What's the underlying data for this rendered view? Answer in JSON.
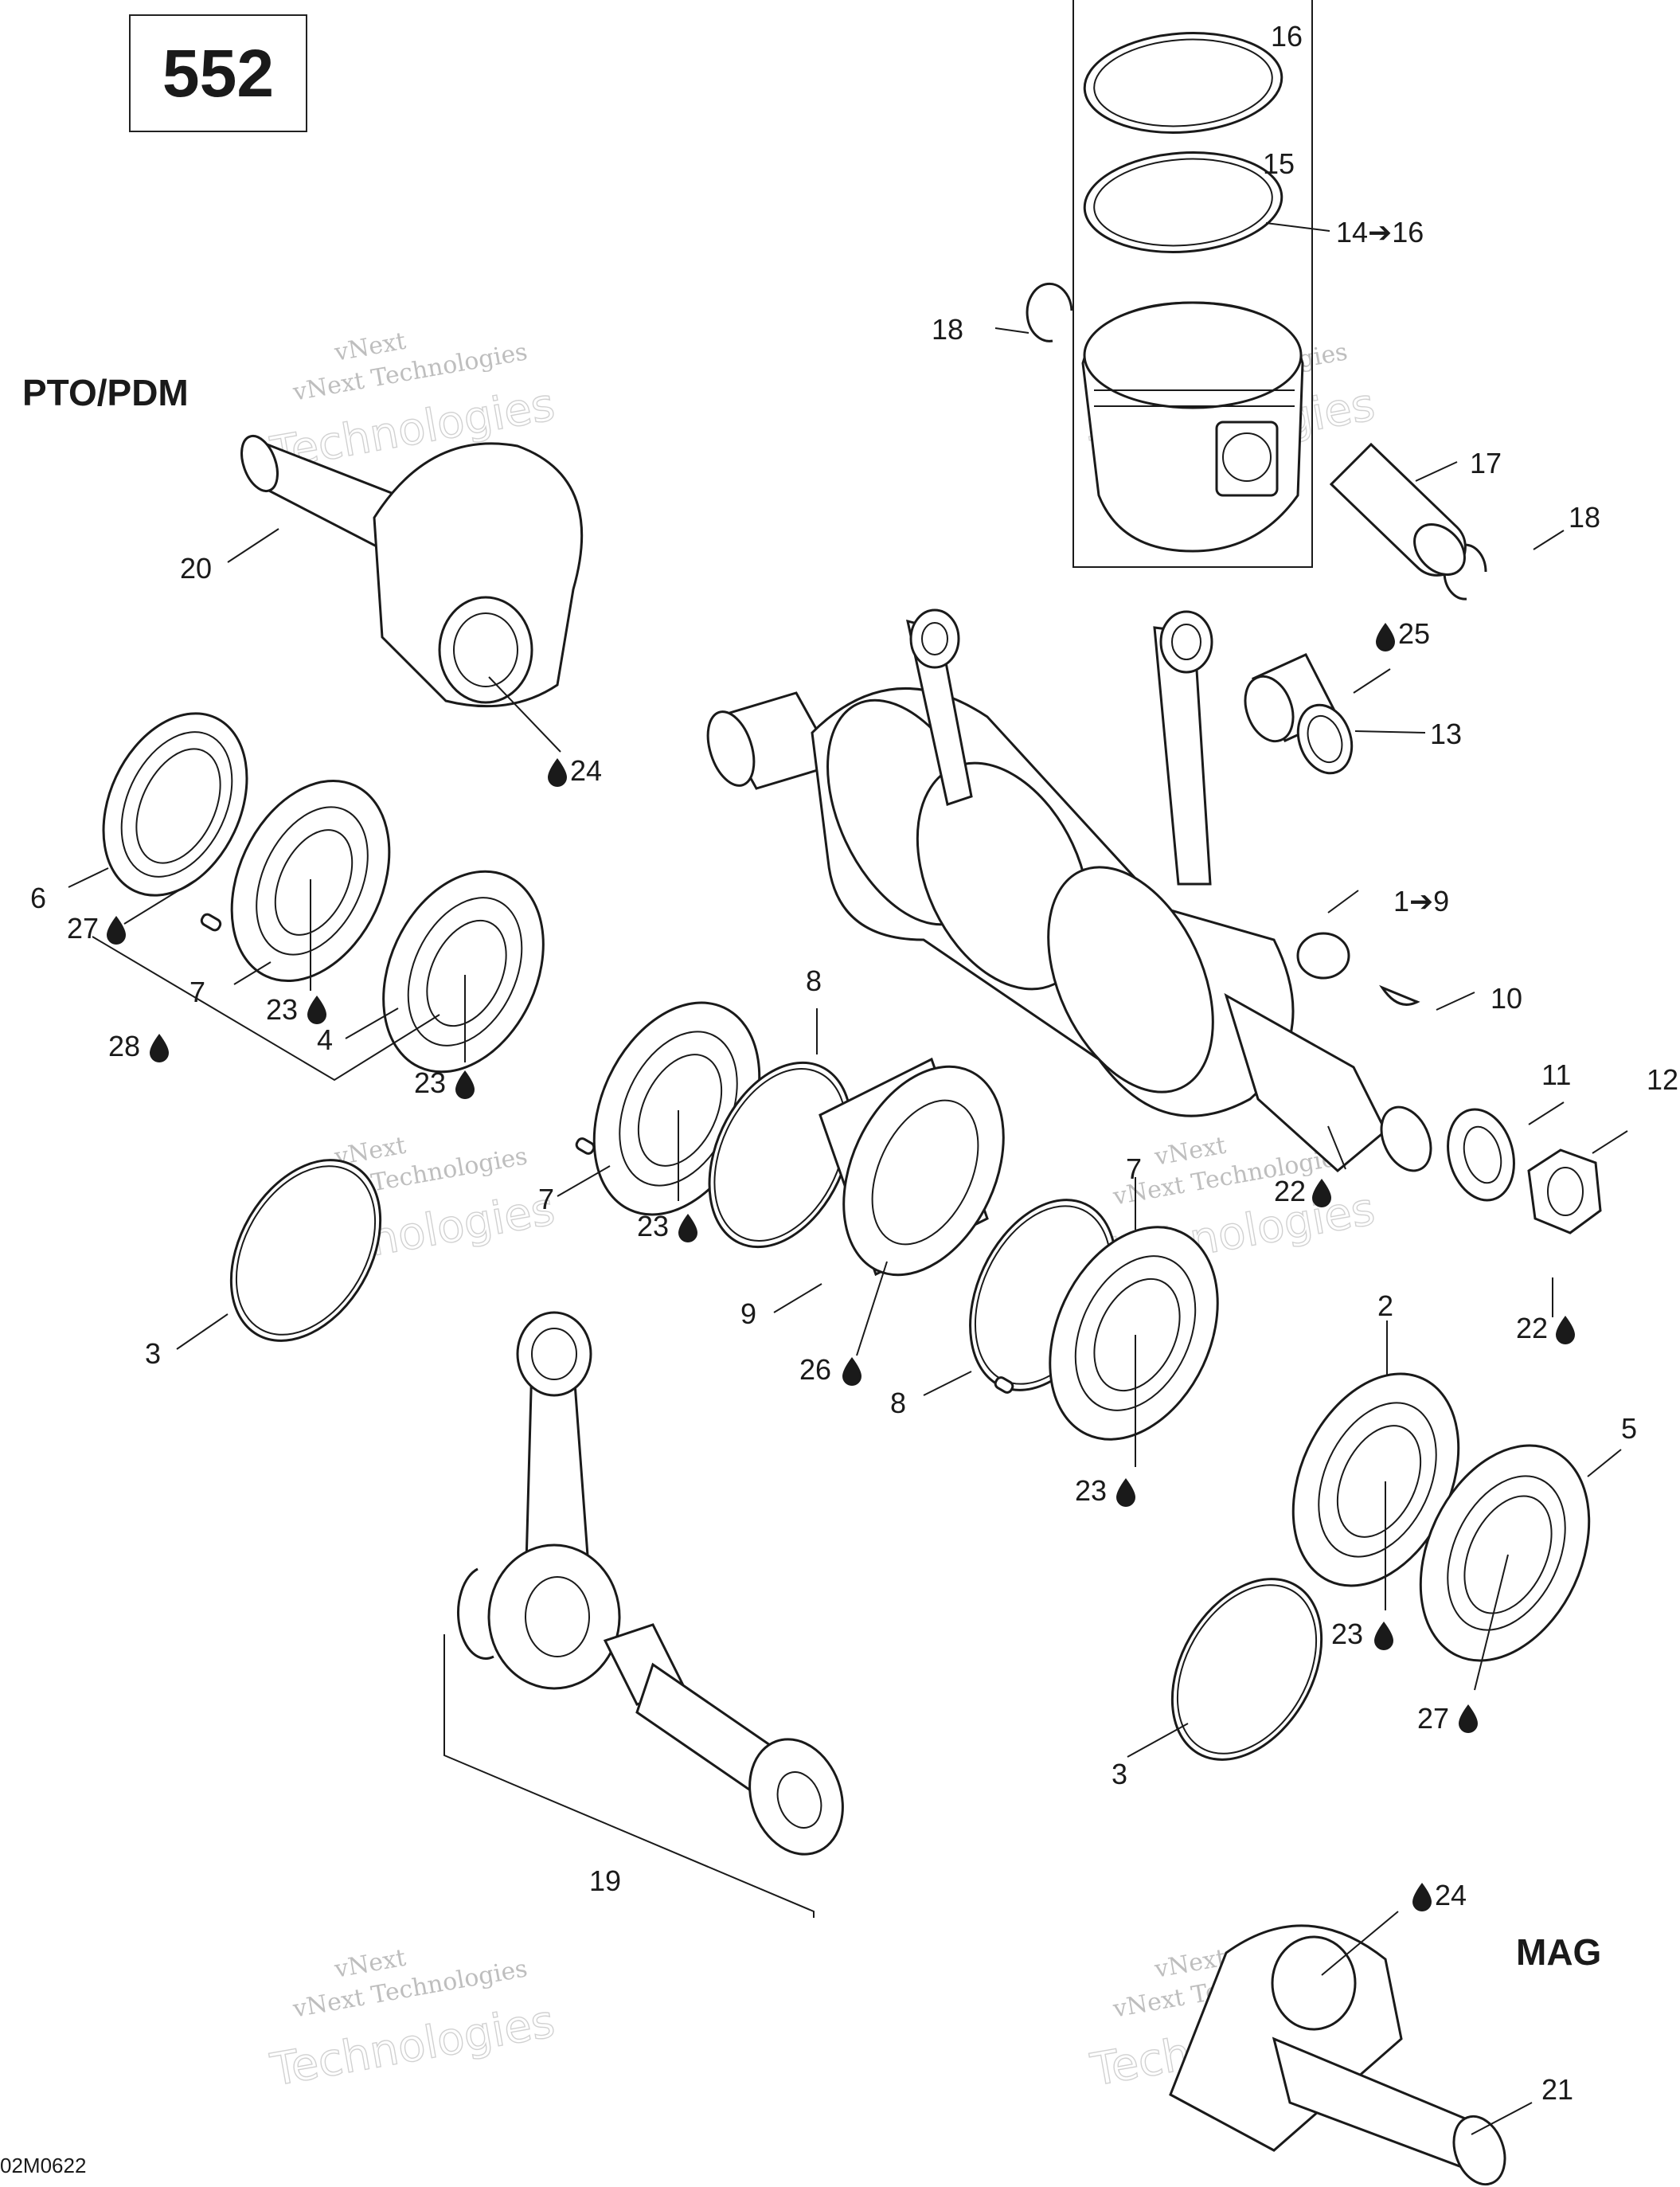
{
  "model_number": "552",
  "side_labels": {
    "pto": "PTO/PDM",
    "mag": "MAG"
  },
  "drawing_code": "02M0622",
  "watermark": {
    "line1": "vNext",
    "line2": "vNext Technologies",
    "line3": "Technologies"
  },
  "callouts": [
    {
      "id": "c16",
      "text": "16"
    },
    {
      "id": "c15",
      "text": "15"
    },
    {
      "id": "c14",
      "text": "14➔16"
    },
    {
      "id": "c18a",
      "text": "18"
    },
    {
      "id": "c17",
      "text": "17"
    },
    {
      "id": "c18b",
      "text": "18"
    },
    {
      "id": "c25",
      "text": "25",
      "lube": "before"
    },
    {
      "id": "c13",
      "text": "13"
    },
    {
      "id": "c20",
      "text": "20"
    },
    {
      "id": "c24a",
      "text": "24",
      "lube": "before"
    },
    {
      "id": "c6",
      "text": "6"
    },
    {
      "id": "c27a",
      "text": "27",
      "lube": "after"
    },
    {
      "id": "c7a",
      "text": "7"
    },
    {
      "id": "c23a",
      "text": "23",
      "lube": "after"
    },
    {
      "id": "c28",
      "text": "28",
      "lube": "after"
    },
    {
      "id": "c4",
      "text": "4"
    },
    {
      "id": "c23b",
      "text": "23",
      "lube": "after"
    },
    {
      "id": "c1",
      "text": "1➔9"
    },
    {
      "id": "c8a",
      "text": "8"
    },
    {
      "id": "c10",
      "text": "10"
    },
    {
      "id": "c11",
      "text": "11"
    },
    {
      "id": "c12",
      "text": "12"
    },
    {
      "id": "c7b",
      "text": "7"
    },
    {
      "id": "c23c",
      "text": "23",
      "lube": "after"
    },
    {
      "id": "c22a",
      "text": "22",
      "lube": "after"
    },
    {
      "id": "c7c",
      "text": "7"
    },
    {
      "id": "c3a",
      "text": "3"
    },
    {
      "id": "c9",
      "text": "9"
    },
    {
      "id": "c26",
      "text": "26",
      "lube": "after"
    },
    {
      "id": "c22b",
      "text": "22",
      "lube": "after"
    },
    {
      "id": "c2",
      "text": "2"
    },
    {
      "id": "c8b",
      "text": "8"
    },
    {
      "id": "c5",
      "text": "5"
    },
    {
      "id": "c23d",
      "text": "23",
      "lube": "after"
    },
    {
      "id": "c23e",
      "text": "23",
      "lube": "after"
    },
    {
      "id": "c27b",
      "text": "27",
      "lube": "after"
    },
    {
      "id": "c3b",
      "text": "3"
    },
    {
      "id": "c19",
      "text": "19"
    },
    {
      "id": "c24b",
      "text": "24",
      "lube": "before"
    },
    {
      "id": "c21",
      "text": "21"
    }
  ]
}
